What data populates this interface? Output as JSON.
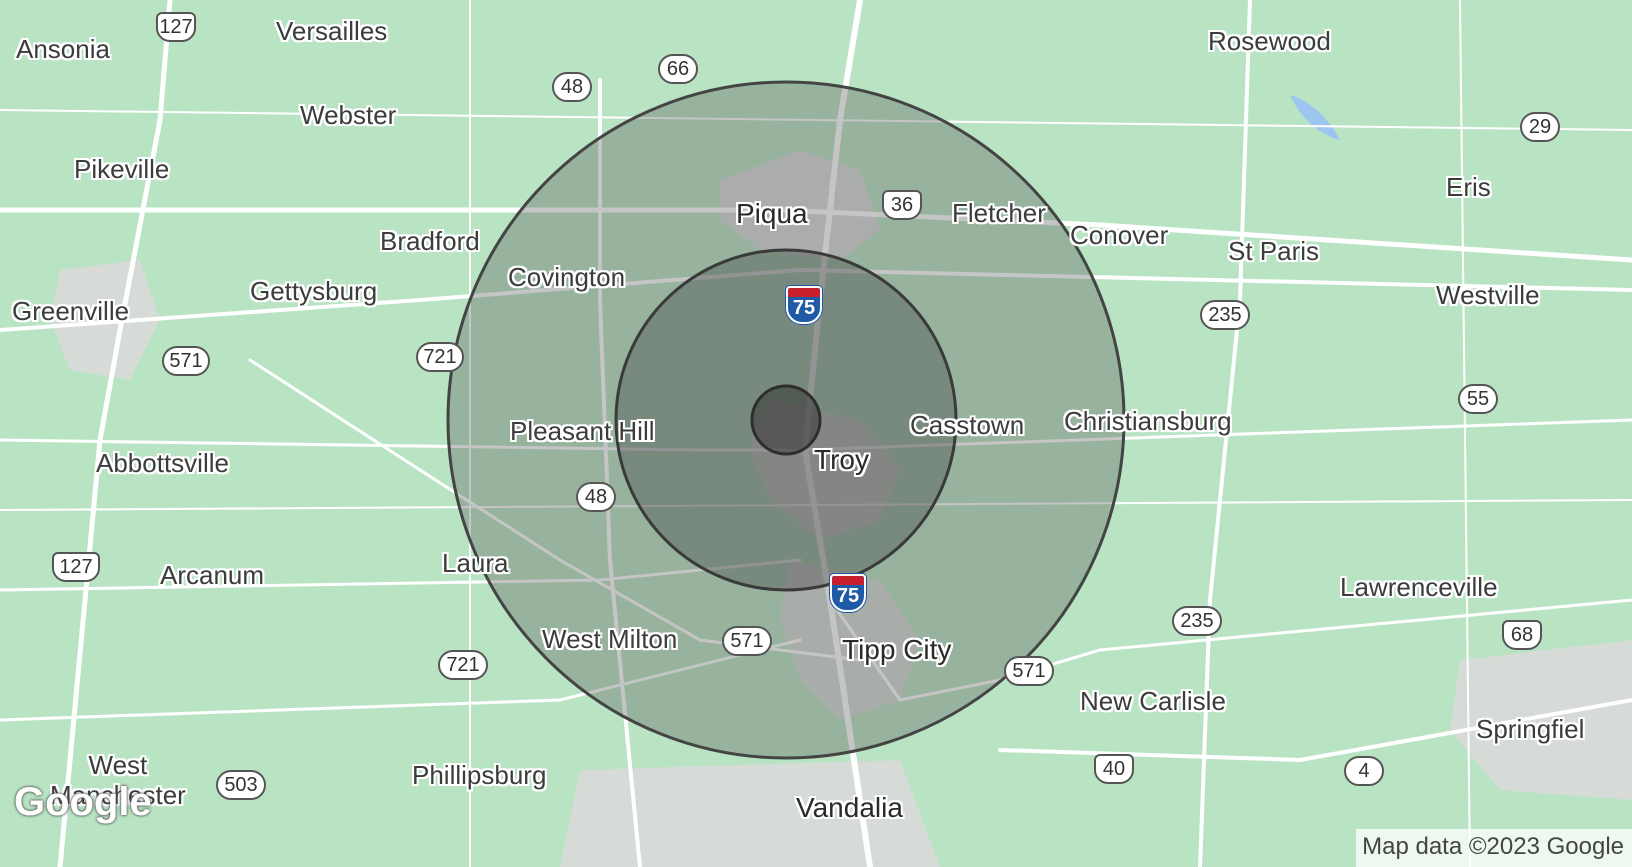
{
  "map": {
    "colors": {
      "land": "#b9e4c4",
      "road": "#ffffff",
      "urban": "#d6d6d6",
      "water": "#9cc6ef",
      "radius_fill": "#5a5a5a",
      "radius_stroke": "#444444"
    },
    "radius_rings": 3
  },
  "places": [
    {
      "id": "ansonia",
      "name": "Ansonia"
    },
    {
      "id": "versailles",
      "name": "Versailles"
    },
    {
      "id": "webster",
      "name": "Webster"
    },
    {
      "id": "pikeville",
      "name": "Pikeville"
    },
    {
      "id": "bradford",
      "name": "Bradford"
    },
    {
      "id": "covington",
      "name": "Covington"
    },
    {
      "id": "gettysburg",
      "name": "Gettysburg"
    },
    {
      "id": "greenville",
      "name": "Greenville"
    },
    {
      "id": "piqua",
      "name": "Piqua"
    },
    {
      "id": "fletcher",
      "name": "Fletcher"
    },
    {
      "id": "conover",
      "name": "Conover"
    },
    {
      "id": "rosewood",
      "name": "Rosewood"
    },
    {
      "id": "st-paris",
      "name": "St Paris"
    },
    {
      "id": "eris",
      "name": "Eris"
    },
    {
      "id": "westville",
      "name": "Westville"
    },
    {
      "id": "pleasant-hill",
      "name": "Pleasant Hill"
    },
    {
      "id": "casstown",
      "name": "Casstown"
    },
    {
      "id": "christiansburg",
      "name": "Christiansburg"
    },
    {
      "id": "troy",
      "name": "Troy"
    },
    {
      "id": "abbottsville",
      "name": "Abbottsville"
    },
    {
      "id": "laura",
      "name": "Laura"
    },
    {
      "id": "arcanum",
      "name": "Arcanum"
    },
    {
      "id": "west-milton",
      "name": "West Milton"
    },
    {
      "id": "tipp-city",
      "name": "Tipp City"
    },
    {
      "id": "lawrenceville",
      "name": "Lawrenceville"
    },
    {
      "id": "new-carlisle",
      "name": "New Carlisle"
    },
    {
      "id": "springfield",
      "name": "Springfiel"
    },
    {
      "id": "west-manchester",
      "name": "West\nManchester"
    },
    {
      "id": "phillipsburg",
      "name": "Phillipsburg"
    },
    {
      "id": "vandalia",
      "name": "Vandalia"
    }
  ],
  "shields": [
    {
      "id": "us-127-n",
      "number": "127"
    },
    {
      "id": "sr-66",
      "number": "66"
    },
    {
      "id": "sr-48-n",
      "number": "48"
    },
    {
      "id": "us-36",
      "number": "36"
    },
    {
      "id": "sr-29",
      "number": "29"
    },
    {
      "id": "i-75-n",
      "number": "75"
    },
    {
      "id": "sr-235-n",
      "number": "235"
    },
    {
      "id": "sr-721-n",
      "number": "721"
    },
    {
      "id": "sr-571-w",
      "number": "571"
    },
    {
      "id": "sr-55",
      "number": "55"
    },
    {
      "id": "sr-48-s",
      "number": "48"
    },
    {
      "id": "us-127-s",
      "number": "127"
    },
    {
      "id": "i-75-s",
      "number": "75"
    },
    {
      "id": "sr-235-s",
      "number": "235"
    },
    {
      "id": "sr-571-c",
      "number": "571"
    },
    {
      "id": "sr-721-s",
      "number": "721"
    },
    {
      "id": "sr-571-e",
      "number": "571"
    },
    {
      "id": "us-68",
      "number": "68"
    },
    {
      "id": "us-40",
      "number": "40"
    },
    {
      "id": "sr-4",
      "number": "4"
    },
    {
      "id": "sr-503",
      "number": "503"
    }
  ],
  "branding": {
    "logo": "Google",
    "attribution": "Map data ©2023 Google"
  }
}
